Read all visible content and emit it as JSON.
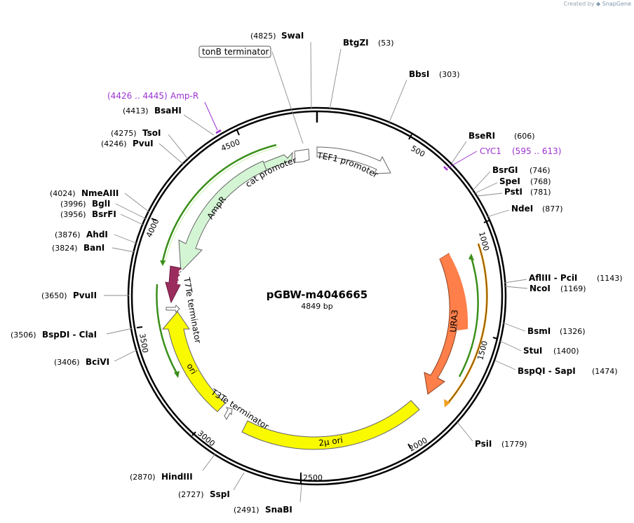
{
  "watermark": {
    "prefix": "Created by",
    "brand": "SnapGene"
  },
  "plasmid": {
    "name": "pGBW-m4046665",
    "size_label": "4849 bp",
    "length": 4849
  },
  "ticks": [
    "500",
    "1000",
    "1500",
    "2000",
    "2500",
    "3000",
    "3500",
    "4000",
    "4500"
  ],
  "features": {
    "tonB": "tonB terminator",
    "cat": "cat promoter",
    "tef1": "TEF1 promoter",
    "ampr": "AmpR",
    "rop": "rop",
    "t7te": "T7Te terminator",
    "ori": "ori",
    "t3te": "T3Te terminator",
    "mu2": "2μ ori",
    "ura3": "URA3"
  },
  "primers": [
    {
      "name": "Amp-R",
      "range": "(4426 .. 4445)"
    },
    {
      "name": "CYC1",
      "range": "(595 .. 613)"
    }
  ],
  "sites": [
    {
      "name": "SwaI",
      "pos": "(4825)"
    },
    {
      "name": "BtgZI",
      "pos": "(53)"
    },
    {
      "name": "BbsI",
      "pos": "(303)"
    },
    {
      "name": "BseRI",
      "pos": "(606)"
    },
    {
      "name": "BsrGI",
      "pos": "(746)"
    },
    {
      "name": "SpeI",
      "pos": "(768)"
    },
    {
      "name": "PstI",
      "pos": "(781)"
    },
    {
      "name": "NdeI",
      "pos": "(877)"
    },
    {
      "name": "AflIII - PciI",
      "pos": "(1143)"
    },
    {
      "name": "NcoI",
      "pos": "(1169)"
    },
    {
      "name": "BsmI",
      "pos": "(1326)"
    },
    {
      "name": "StuI",
      "pos": "(1400)"
    },
    {
      "name": "BspQI - SapI",
      "pos": "(1474)"
    },
    {
      "name": "PsiI",
      "pos": "(1779)"
    },
    {
      "name": "SnaBI",
      "pos": "(2491)"
    },
    {
      "name": "SspI",
      "pos": "(2727)"
    },
    {
      "name": "HindIII",
      "pos": "(2870)"
    },
    {
      "name": "BciVI",
      "pos": "(3406)"
    },
    {
      "name": "BspDI - ClaI",
      "pos": "(3506)"
    },
    {
      "name": "PvuII",
      "pos": "(3650)"
    },
    {
      "name": "BanI",
      "pos": "(3824)"
    },
    {
      "name": "AhdI",
      "pos": "(3876)"
    },
    {
      "name": "BsrFI",
      "pos": "(3956)"
    },
    {
      "name": "BglI",
      "pos": "(3996)"
    },
    {
      "name": "NmeAIII",
      "pos": "(4024)"
    },
    {
      "name": "PvuI",
      "pos": "(4246)"
    },
    {
      "name": "TsoI",
      "pos": "(4275)"
    },
    {
      "name": "BsaHI",
      "pos": "(4413)"
    }
  ]
}
